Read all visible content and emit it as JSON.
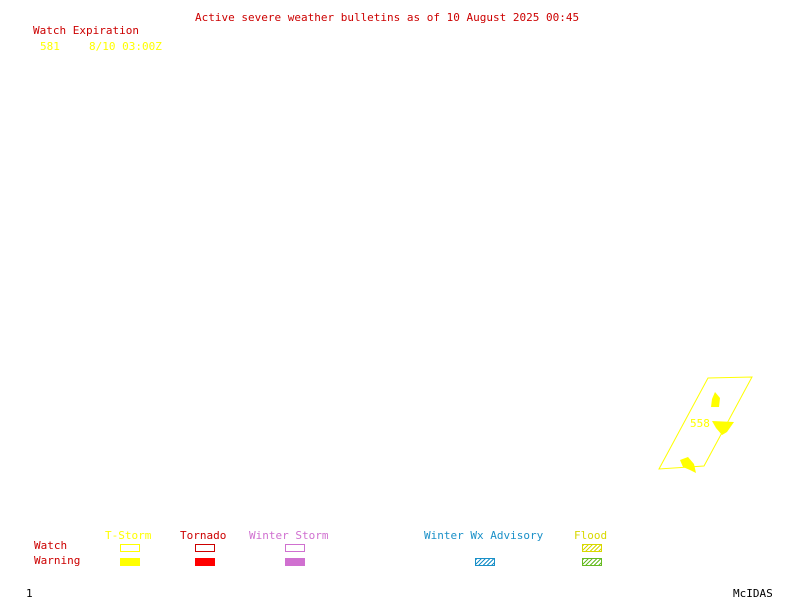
{
  "header": {
    "title": "Active severe weather bulletins as of 10 August 2025 00:45"
  },
  "watch_table": {
    "heading": "Watch Expiration",
    "rows": [
      {
        "number": "581",
        "expiration": "8/10 03:00Z"
      }
    ]
  },
  "map": {
    "watch_label": "558",
    "colors": {
      "tstorm": "#ffff00"
    }
  },
  "legend": {
    "row_labels": {
      "watch": "Watch",
      "warning": "Warning"
    },
    "categories": [
      {
        "label": "T-Storm",
        "color": "#ffff00",
        "watch": "outline",
        "warning": "filled"
      },
      {
        "label": "Tornado",
        "color": "#cc0000",
        "watch": "outline",
        "warning": "filled"
      },
      {
        "label": "Winter Storm",
        "color": "#d070d0",
        "watch": "outline",
        "warning": "filled"
      },
      {
        "label": "Winter Wx Advisory",
        "color": "#1a90c8",
        "watch": "none",
        "warning": "hatched"
      },
      {
        "label": "Flood",
        "color": "#d8d800",
        "watch": "hatched",
        "warning": "hatched-green"
      }
    ]
  },
  "footer": {
    "frame_number": "1",
    "branding": "McIDAS"
  }
}
